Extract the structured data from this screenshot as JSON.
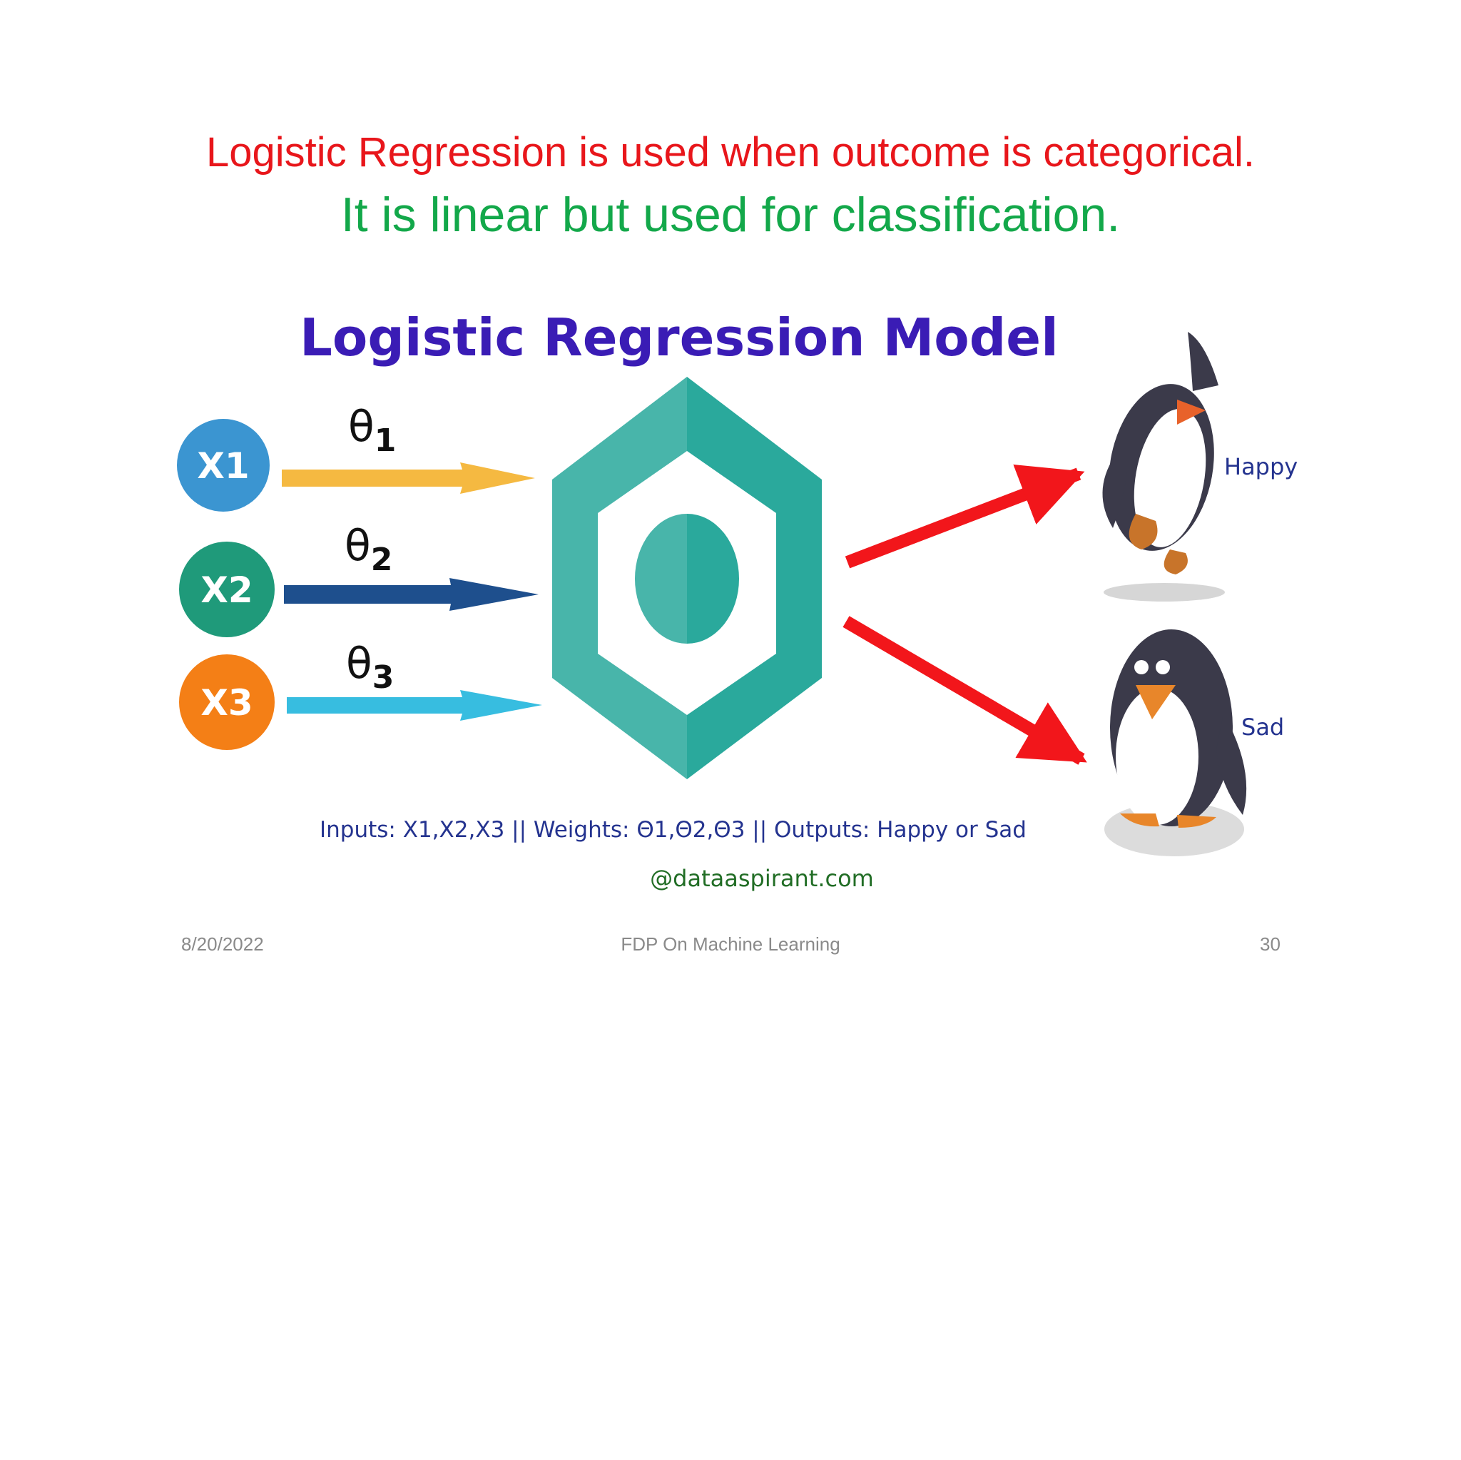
{
  "headline": {
    "line1": "Logistic Regression is used when outcome is categorical.",
    "line2": "It is linear but used for classification."
  },
  "diagram": {
    "title": "Logistic Regression Model",
    "inputs": [
      "X1",
      "X2",
      "X3"
    ],
    "weights": [
      {
        "symbol": "θ",
        "sub": "1"
      },
      {
        "symbol": "θ",
        "sub": "2"
      },
      {
        "symbol": "θ",
        "sub": "3"
      }
    ],
    "outputs": [
      "Happy",
      "Sad"
    ],
    "caption": "Inputs: X1,X2,X3 || Weights: Θ1,Θ2,Θ3 || Outputs: Happy or Sad",
    "credit": "@dataaspirant.com",
    "colors": {
      "title": "#3a1cb5",
      "x1": "#3b95d1",
      "x2": "#1f9a7a",
      "x3": "#f47f16",
      "arrow1": "#f5b941",
      "arrow2": "#1e4f8d",
      "arrow3": "#37bde0",
      "model": "#2aa99c",
      "output_arrow": "#f2161b",
      "caption": "#24338f",
      "credit": "#216d25"
    }
  },
  "footer": {
    "date": "8/20/2022",
    "center": "FDP On Machine Learning",
    "page": "30"
  }
}
